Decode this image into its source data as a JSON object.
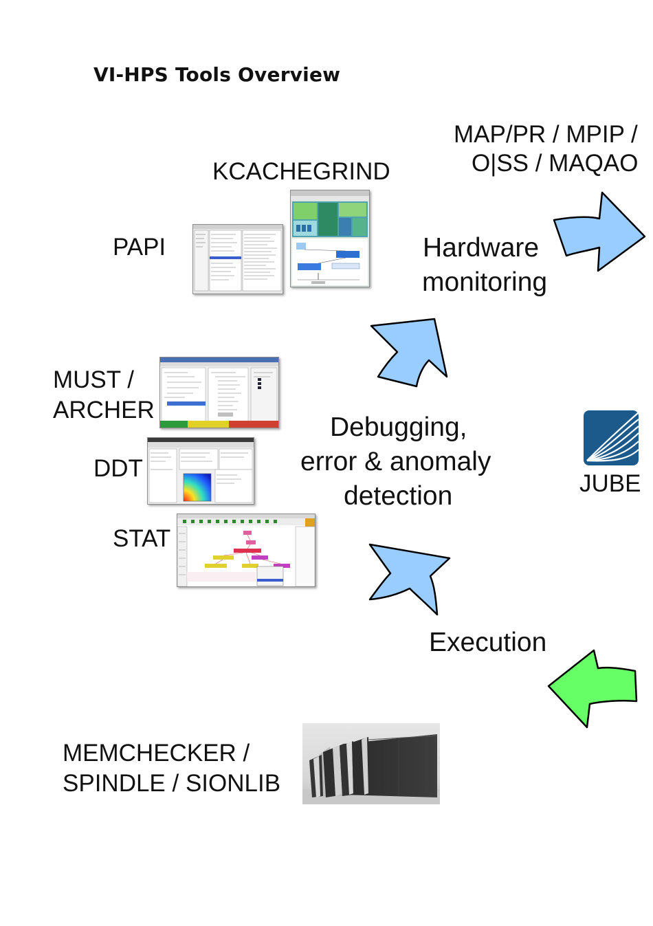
{
  "title": "VI-HPS Tools Overview",
  "tools": {
    "map": "MAP/PR / MPIP /",
    "map2": "O|SS / MAQAO",
    "kcachegrind": "KCACHEGRIND",
    "papi": "PAPI",
    "must": "MUST /",
    "must2": "ARCHER",
    "ddt": "DDT",
    "stat": "STAT",
    "memchecker": "MEMCHECKER /",
    "memchecker2": "SPINDLE / SIONLIB",
    "jube": "JUBE"
  },
  "phases": {
    "hardware": "Hardware",
    "hardware2": "monitoring",
    "debugging": "Debugging,",
    "debugging2": "error & anomaly",
    "debugging3": "detection",
    "execution": "Execution"
  },
  "colors": {
    "arrow_blue": "#99ccff",
    "arrow_green": "#66ff66",
    "jube_blue": "#1d5a8c"
  }
}
